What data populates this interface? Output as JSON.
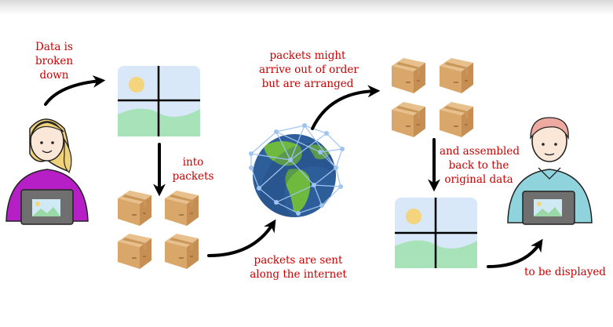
{
  "labels": {
    "broken_down_1": "Data is",
    "broken_down_2": "broken",
    "broken_down_3": "down",
    "into_packets_1": "into",
    "into_packets_2": "packets",
    "out_of_order_1": "packets might",
    "out_of_order_2": "arrive out of order",
    "out_of_order_3": "but are arranged",
    "sent_1": "packets are sent",
    "sent_2": "along the internet",
    "assembled_1": "and assembled",
    "assembled_2": "back to the",
    "assembled_3": "original data",
    "displayed": "to be displayed"
  },
  "colors": {
    "label_text": "#cc0000",
    "arrow": "#000000",
    "image_sky": "#d8e8f9",
    "image_grass": "#a8e2b8",
    "image_sun": "#f5d47e",
    "box_face": "#d9a76a",
    "box_side": "#c68e52",
    "box_top": "#e8c08d",
    "sender_shirt": "#b61fc6",
    "sender_hair": "#f0d27a",
    "receiver_shirt": "#8fd3dc",
    "receiver_hair": "#eeaaa0",
    "laptop": "#6f6f6f",
    "globe_ocean": "#2e5e9a",
    "globe_land": "#6fb93e",
    "network": "#9fc4f2"
  },
  "icons": [
    "sender-person-icon",
    "image-icon",
    "package-icon",
    "globe-network-icon",
    "receiver-person-icon",
    "curved-arrow-icon",
    "down-arrow-icon"
  ]
}
